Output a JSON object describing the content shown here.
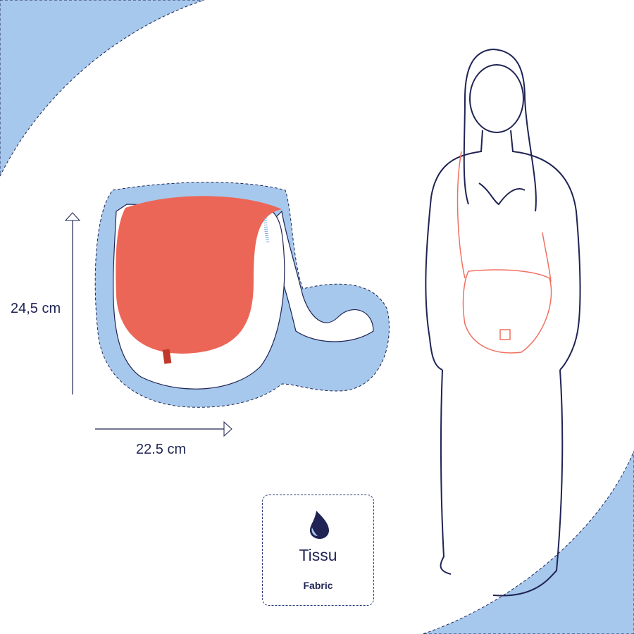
{
  "dimensions": {
    "height": "24,5 cm",
    "width": "22.5 cm"
  },
  "material": {
    "title": "Tissu",
    "subtitle": "Fabric",
    "icon": "water-drop-icon"
  },
  "colors": {
    "background_accent": "#a6c8ec",
    "bag_flap": "#ec6657",
    "outline": "#1f2454",
    "strap": "#f07060"
  }
}
